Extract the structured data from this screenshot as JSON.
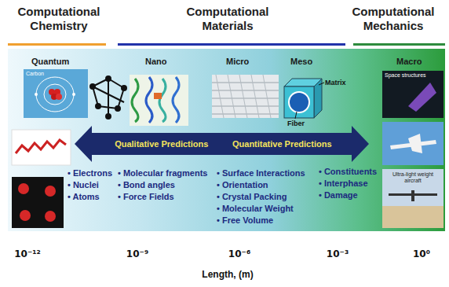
{
  "diagram": {
    "nodes": [
      {
        "text": [
          "Qualitative Predictions",
          "Quantitative Predictions"
        ]
      }
    ],
    "labels": [
      "Computational Chemistry",
      "Computational Materials",
      "Computational Mechanics",
      "Quantum",
      "Nano",
      "Micro",
      "Meso",
      "Macro",
      "Carbon",
      "Matrix",
      "Fiber",
      "Space structures",
      "Ultra-light weight aircraft",
      "• Electrons",
      "• Nuclei",
      "• Atoms",
      "• Molecular fragments",
      "• Bond angles",
      "• Force Fields",
      "• Surface Interactions",
      "• Orientation",
      "• Crystal Packing",
      "• Molecular Weight",
      "• Free Volume",
      "• Constituents",
      "• Interphase",
      "• Damage",
      "10⁻¹²",
      "10⁻⁹",
      "10⁻⁶",
      "10⁻³",
      "10⁰",
      "Length, (m)"
    ]
  }
}
